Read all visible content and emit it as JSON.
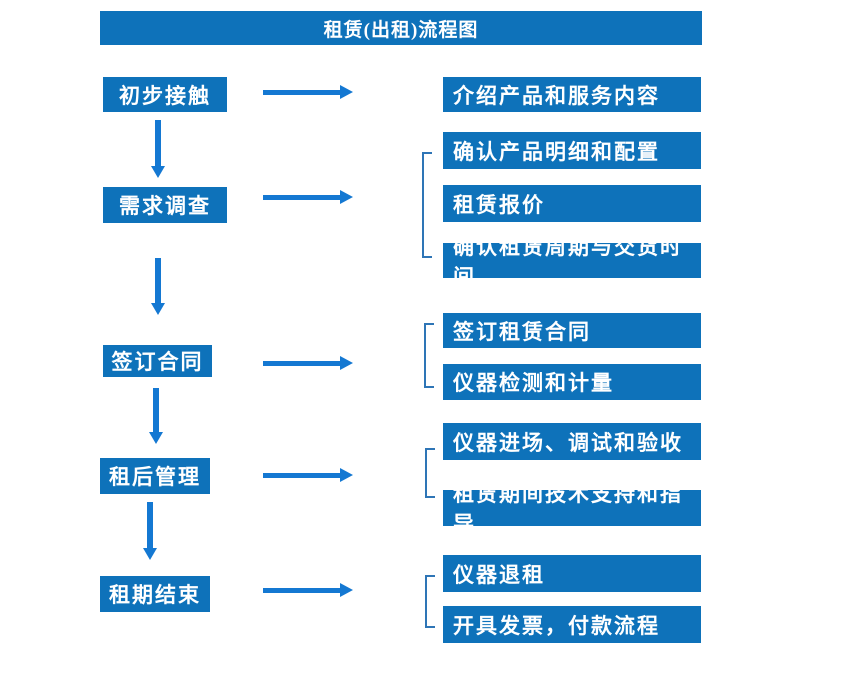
{
  "title": "租赁(出租)流程图",
  "colors": {
    "box": "#0E72BA",
    "arrow": "#1478D2",
    "bracket": "#2E75B6",
    "text": "#FFFFFF",
    "background": "#FFFFFF"
  },
  "steps": [
    {
      "label": "初步接触",
      "details": [
        "介绍产品和服务内容"
      ]
    },
    {
      "label": "需求调查",
      "details": [
        "确认产品明细和配置",
        "租赁报价",
        "确认租赁周期与交货时间"
      ]
    },
    {
      "label": "签订合同",
      "details": [
        "签订租赁合同",
        "仪器检测和计量"
      ]
    },
    {
      "label": "租后管理",
      "details": [
        "仪器进场、调试和验收",
        "租赁期间技术支持和指导"
      ]
    },
    {
      "label": "租期结束",
      "details": [
        "仪器退租",
        "开具发票，付款流程"
      ]
    }
  ]
}
